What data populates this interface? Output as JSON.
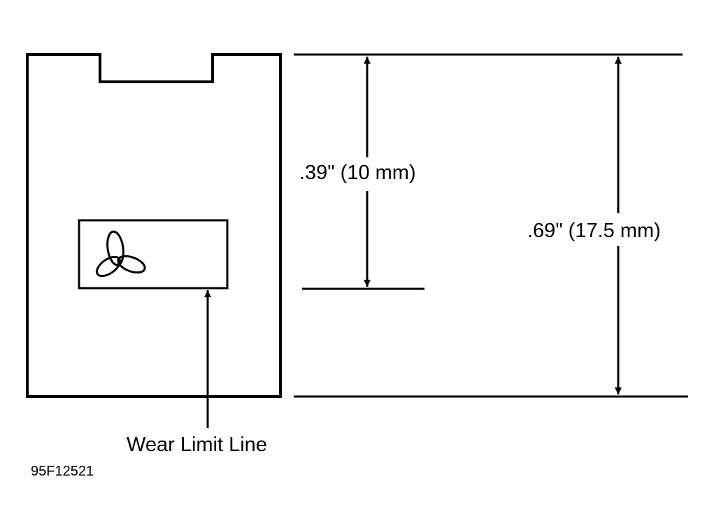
{
  "diagram": {
    "dimension_short": ".39\" (10 mm)",
    "dimension_full": ".69\" (17.5 mm)",
    "callout_label": "Wear Limit Line",
    "figure_id": "95F12521",
    "indicator_icon": "three-leaf-wear-indicator-icon"
  }
}
